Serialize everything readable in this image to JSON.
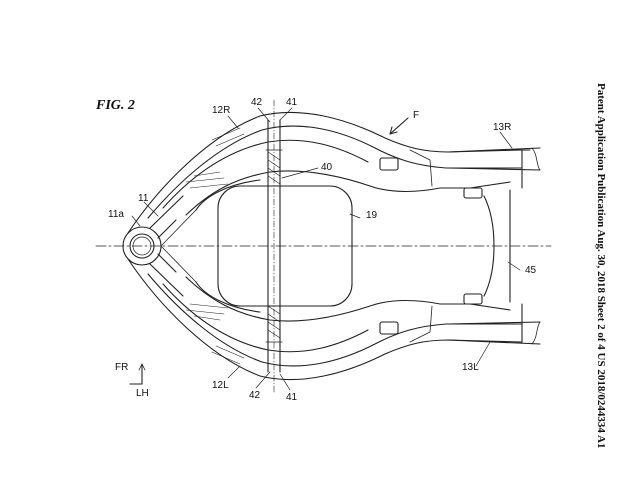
{
  "figure": {
    "title": "FIG. 2",
    "header": "Patent Application Publication    Aug. 30, 2018  Sheet 2 of 4    US 2018/0244334 A1"
  },
  "labels": {
    "l11": "11",
    "l11a": "11a",
    "l12R": "12R",
    "l12L": "12L",
    "l13R": "13R",
    "l13L": "13L",
    "l19": "19",
    "l40": "40",
    "l41_top": "41",
    "l41_bottom": "41",
    "l42_top": "42",
    "l42_bottom": "42",
    "l45": "45",
    "lF": "F",
    "lFR": "FR",
    "lLH": "LH"
  }
}
